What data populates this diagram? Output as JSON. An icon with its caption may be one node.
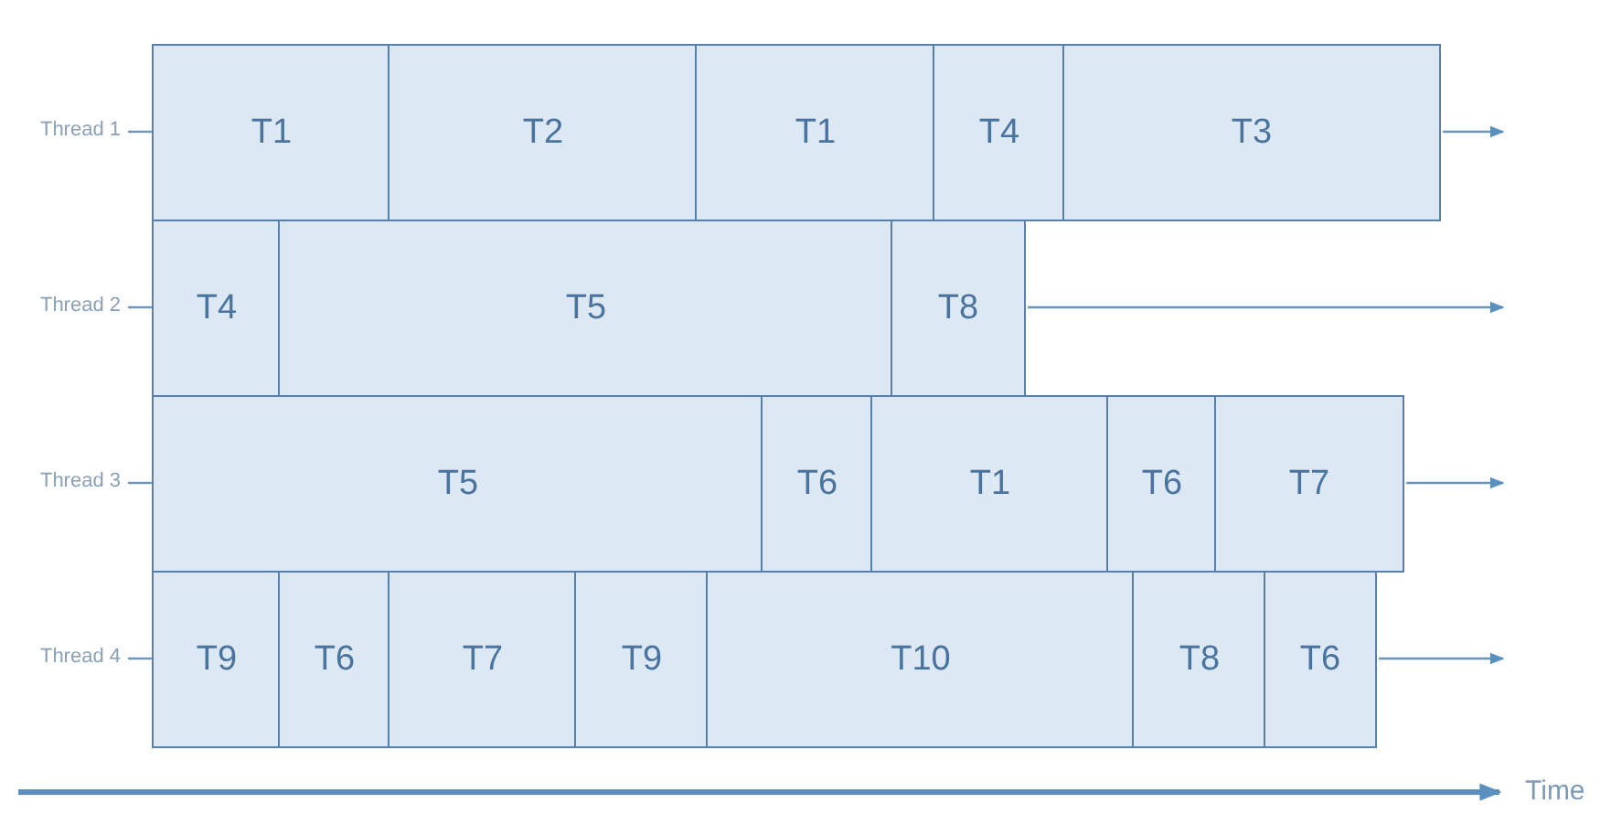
{
  "diagram": {
    "nodes": [
      {
        "text": [
          "Thread 1"
        ]
      },
      {
        "text": [
          "T1"
        ]
      },
      {
        "text": [
          "T2"
        ]
      },
      {
        "text": [
          "T1"
        ]
      },
      {
        "text": [
          "T4"
        ]
      },
      {
        "text": [
          "T3"
        ]
      },
      {
        "text": [
          "Thread 2"
        ]
      },
      {
        "text": [
          "T4"
        ]
      },
      {
        "text": [
          "T5"
        ]
      },
      {
        "text": [
          "T8"
        ]
      },
      {
        "text": [
          "Thread 3"
        ]
      },
      {
        "text": [
          "T5"
        ]
      },
      {
        "text": [
          "T6"
        ]
      },
      {
        "text": [
          "T1"
        ]
      },
      {
        "text": [
          "T6"
        ]
      },
      {
        "text": [
          "T7"
        ]
      },
      {
        "text": [
          "Thread 4"
        ]
      },
      {
        "text": [
          "T9"
        ]
      },
      {
        "text": [
          "T6"
        ]
      },
      {
        "text": [
          "T7"
        ]
      },
      {
        "text": [
          "T9"
        ]
      },
      {
        "text": [
          "T10"
        ]
      },
      {
        "text": [
          "T8"
        ]
      },
      {
        "text": [
          "T6"
        ]
      }
    ],
    "edges": [
      {
        "from": 0,
        "to": 1,
        "arrow": "none"
      },
      {
        "from": 5,
        "to": null,
        "arrow": "to"
      },
      {
        "from": 6,
        "to": 7,
        "arrow": "none"
      },
      {
        "from": 9,
        "to": null,
        "arrow": "to"
      },
      {
        "from": 10,
        "to": 11,
        "arrow": "none"
      },
      {
        "from": 15,
        "to": null,
        "arrow": "to"
      },
      {
        "from": 16,
        "to": 17,
        "arrow": "none"
      },
      {
        "from": 23,
        "to": null,
        "arrow": "to"
      }
    ],
    "labels": [
      "Time"
    ]
  }
}
